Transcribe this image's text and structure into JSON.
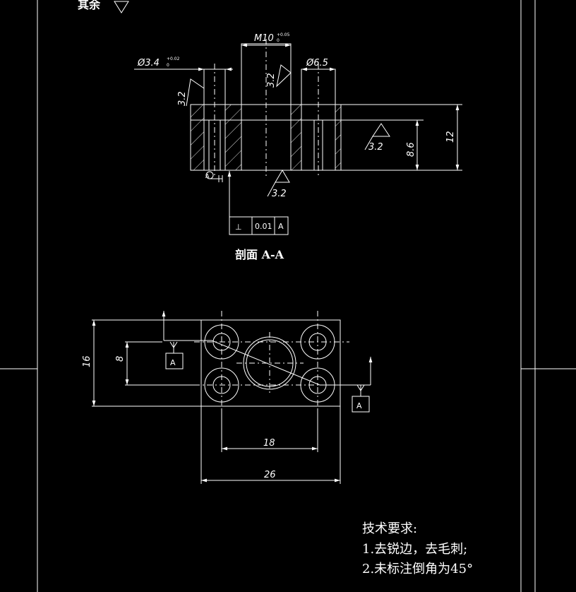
{
  "top_label": "其余",
  "section": {
    "title": "剖面 A-A",
    "dims": {
      "hole_small": "Ø3.4",
      "hole_small_tol_upper": "+0.02",
      "hole_small_tol_lower": "0",
      "thread": "M10",
      "thread_tol_upper": "+0.05",
      "thread_tol_lower": "0",
      "hole_large": "Ø6.5",
      "depth": "8.6",
      "height": "12"
    },
    "roughness": [
      "3.2",
      "3.2",
      "3.2",
      "3.2"
    ],
    "datum_marker": "A",
    "tolerance_frame": {
      "symbol": "⊥",
      "value": "0.01",
      "datum": "A"
    }
  },
  "plan": {
    "dims": {
      "height": "16",
      "hole_spacing_v": "8",
      "hole_spacing_h": "18",
      "width": "26"
    },
    "datum_labels": [
      "A",
      "A"
    ]
  },
  "notes": {
    "title": "技术要求:",
    "items": [
      "1.去锐边，去毛刺;",
      "2.未标注倒角为45°"
    ]
  }
}
